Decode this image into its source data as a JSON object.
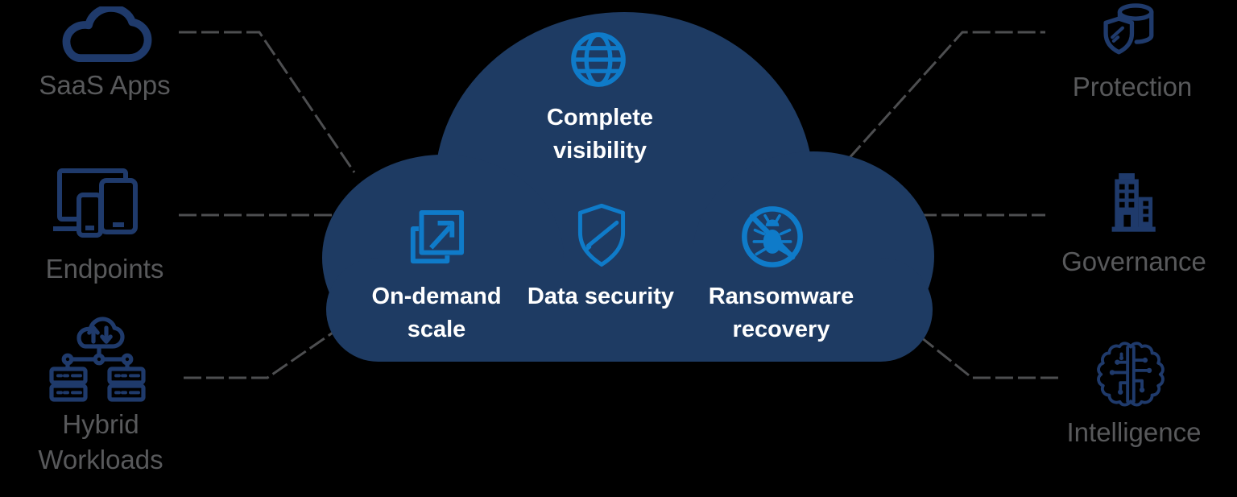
{
  "colors": {
    "background": "#000000",
    "cloud_navy": "#1E3B63",
    "accent_blue": "#0F7BC9",
    "icon_navy": "#1F3A6B",
    "label_gray": "#58595B",
    "connector_gray": "#4D4E50"
  },
  "cloud": {
    "features": [
      {
        "label": "Complete visibility",
        "icon": "globe-icon"
      },
      {
        "label": "On-demand scale",
        "icon": "expand-scale-icon"
      },
      {
        "label": "Data security",
        "icon": "shield-icon"
      },
      {
        "label": "Ransomware recovery",
        "icon": "no-malware-icon"
      }
    ]
  },
  "left_items": [
    {
      "label": "SaaS Apps",
      "icon": "saas-cloud-icon"
    },
    {
      "label": "Endpoints",
      "icon": "endpoints-devices-icon"
    },
    {
      "label": "Hybrid Workloads",
      "icon": "hybrid-workloads-icon"
    }
  ],
  "right_items": [
    {
      "label": "Protection",
      "icon": "database-shield-icon"
    },
    {
      "label": "Governance",
      "icon": "governance-building-icon"
    },
    {
      "label": "Intelligence",
      "icon": "brain-circuit-icon"
    }
  ]
}
